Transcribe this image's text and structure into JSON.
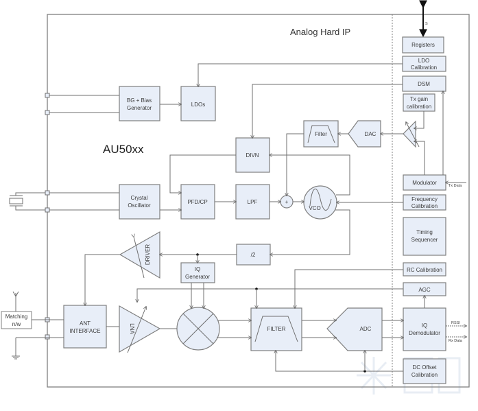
{
  "diagram": {
    "chip_name": "AU50xx",
    "section_title": "Analog Hard IP",
    "bus_label": "S",
    "digital_blocks": {
      "registers": "Registers",
      "ldo_cal_1": "LDO",
      "ldo_cal_2": "Calibration",
      "dsm": "DSM",
      "txgain_1": "Tx gain",
      "txgain_2": "calibration",
      "modulator": "Modulator",
      "freqcal_1": "Frequency",
      "freqcal_2": "Calibration",
      "timing_1": "Timing",
      "timing_2": "Sequencer",
      "rccal": "RC Calibration",
      "agc": "AGC",
      "iqdemod_1": "IQ",
      "iqdemod_2": "Demodulator",
      "dcoff_1": "DC Offset",
      "dcoff_2": "Calibration"
    },
    "analog_blocks": {
      "bg_1": "BG + Bias",
      "bg_2": "Generator",
      "ldos": "LDOs",
      "filter_tx": "Filter",
      "dac": "DAC",
      "divn": "DIVN",
      "xtal_1": "Crystal",
      "xtal_2": "Oscillator",
      "pfdcp": "PFD/CP",
      "lpf": "LPF",
      "sum": "+",
      "vco": "VCO",
      "driver": "DRIVER",
      "div2": "/2",
      "iqgen_1": "IQ",
      "iqgen_2": "Generator",
      "ant_1": "ANT",
      "ant_2": "INTERFACE",
      "lna": "LNA",
      "filter_rx": "FILTER",
      "adc": "ADC"
    },
    "external": {
      "matching_1": "Matching",
      "matching_2": "n/w"
    },
    "signals": {
      "tx_data": "Tx Data",
      "rssi": "RSSI",
      "rx_data": "Rx Data"
    }
  }
}
